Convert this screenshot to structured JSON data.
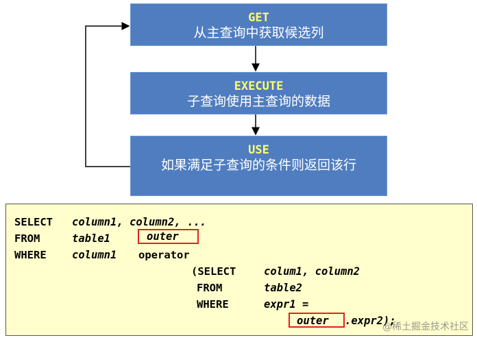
{
  "flow": {
    "get": {
      "keyword": "GET",
      "description": "从主查询中获取候选列"
    },
    "execute": {
      "keyword": "EXECUTE",
      "description": "子查询使用主查询的数据"
    },
    "use": {
      "keyword": "USE",
      "description": "如果满足子查询的条件则返回该行"
    }
  },
  "code": {
    "l1_kw": "SELECT",
    "l1_cols": "column1, column2, ...",
    "l2_kw": "FROM",
    "l2_table": "table1",
    "l2_alias": "outer",
    "l3_kw": "WHERE",
    "l3_col": "column1",
    "l3_op": "operator",
    "l4_open": "(SELECT",
    "l4_cols": "colum1, column2",
    "l5_kw": "FROM",
    "l5_table": "table2",
    "l6_kw": "WHERE",
    "l6_expr": "expr1 =",
    "l7_alias": "outer",
    "l7_rest": ".expr2);"
  },
  "colors": {
    "box_fill": "#4f7dc0",
    "keyword_text": "#ffff66",
    "code_background": "#fffecc",
    "highlight_border": "#e02020"
  },
  "watermark": "@稀土掘金技术社区"
}
